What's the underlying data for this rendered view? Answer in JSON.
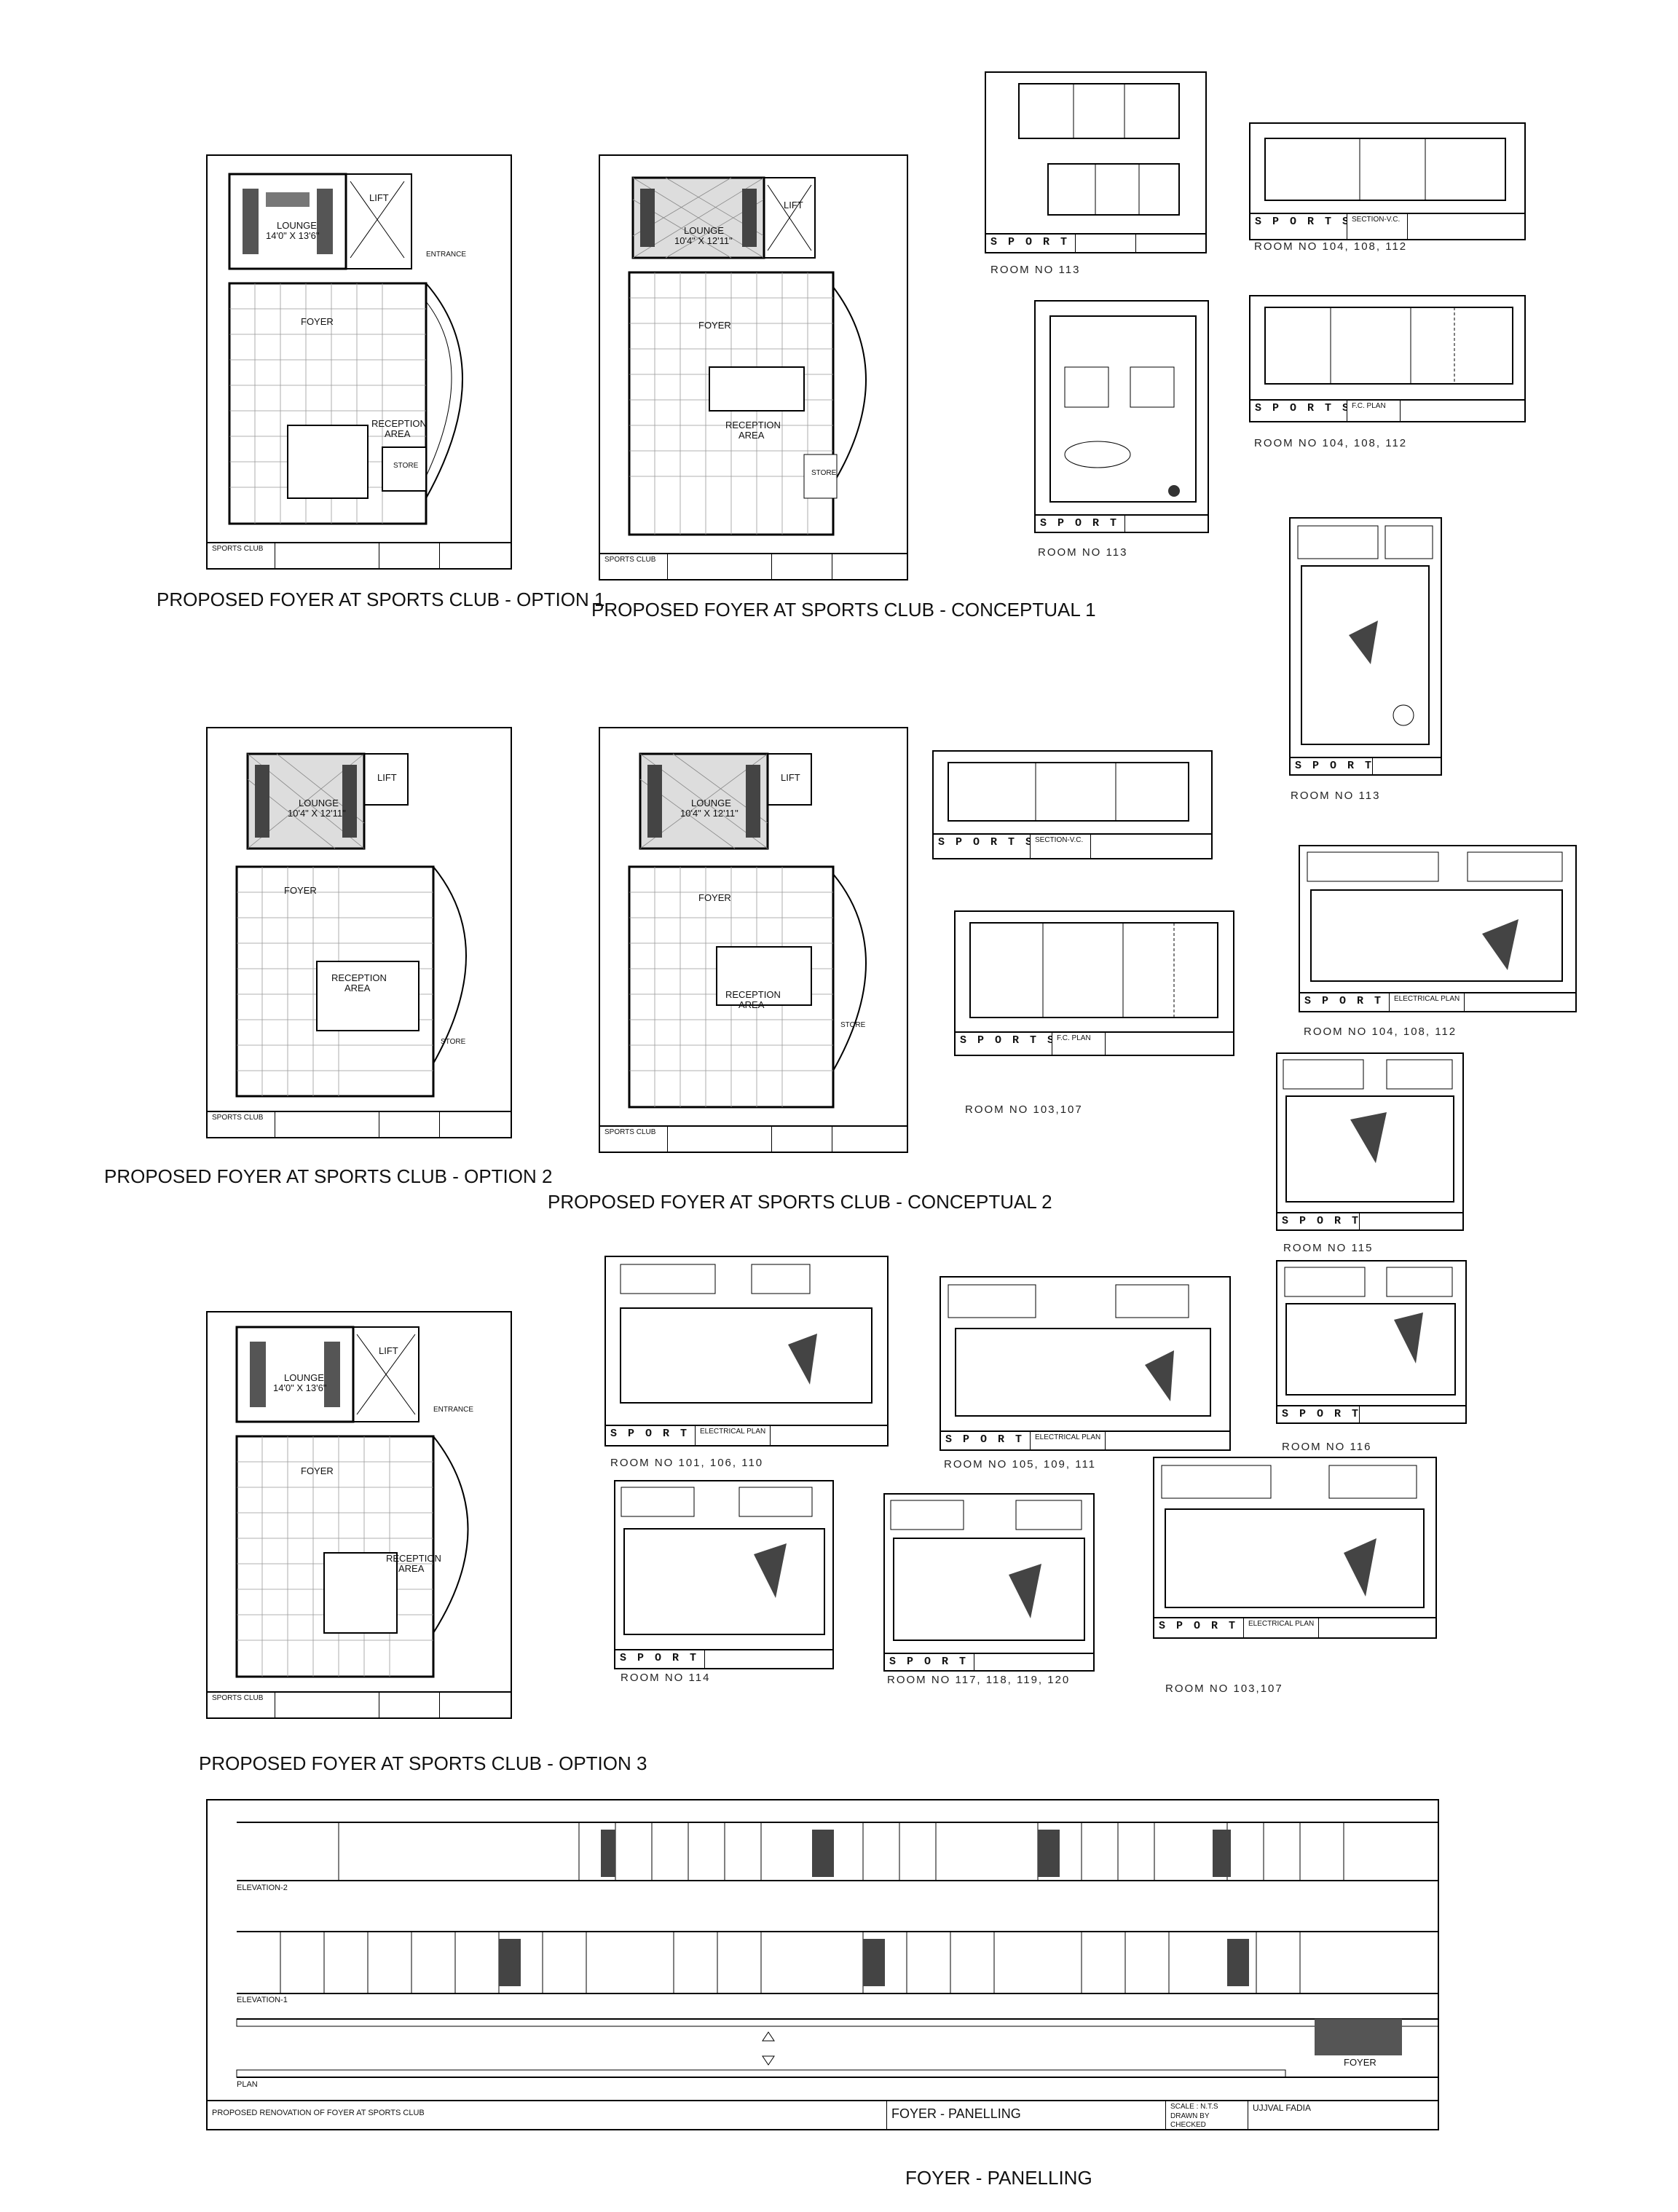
{
  "captions": {
    "option1": "PROPOSED FOYER AT SPORTS CLUB - OPTION 1",
    "conceptual1": "PROPOSED FOYER AT SPORTS CLUB - CONCEPTUAL 1",
    "option2": "PROPOSED FOYER AT SPORTS CLUB - OPTION 2",
    "conceptual2": "PROPOSED FOYER AT SPORTS CLUB - CONCEPTUAL 2",
    "option3": "PROPOSED FOYER AT SPORTS CLUB - OPTION 3",
    "panelling": "FOYER - PANELLING"
  },
  "room_captions": {
    "r113a": "ROOM  NO  113",
    "r104a": "ROOM  NO  104,  108,  112",
    "r113b": "ROOM  NO  113",
    "r104b": "ROOM  NO  104,  108,  112",
    "r113c": "ROOM  NO  113",
    "r104c": "ROOM  NO  104,  108,  112",
    "r103a": "ROOM  NO   103,107",
    "r115": "ROOM  NO  115",
    "r116": "ROOM  NO  116",
    "r101": "ROOM  NO  101,  106,  110",
    "r105": "ROOM  NO  105,  109,  111",
    "r114": "ROOM  NO  114",
    "r117": "ROOM  NO  117,  118,  119,  120",
    "r103b": "ROOM  NO   103,107"
  },
  "plan_labels": {
    "lounge": "LOUNGE",
    "lounge_dim_a": "14'0\" X 13'6\"",
    "lounge_dim_b": "10'4\" X 12'11\"",
    "lift": "LIFT",
    "foyer": "FOYER",
    "reception": "RECEPTION",
    "area": "AREA",
    "store": "STORE",
    "entrance": "ENTRANCE"
  },
  "title_blocks": {
    "club": "SPORTS CLUB",
    "club_spaced": "S P O R T S  C L U B",
    "section": "SECTION-V.C.",
    "electrical": "ELECTRICAL PLAN",
    "fc_plan": "F.C. PLAN"
  },
  "elevation": {
    "elev2": "ELEVATION-2",
    "elev1": "ELEVATION-1",
    "plan": "PLAN",
    "foyer": "FOYER",
    "project": "PROPOSED RENOVATION OF FOYER AT SPORTS CLUB",
    "sheet_title": "FOYER - PANELLING",
    "scale": "SCALE : N.T.S",
    "drawn": "DRAWN BY",
    "checked": "CHECKED",
    "firm": "UJJVAL FADIA"
  }
}
